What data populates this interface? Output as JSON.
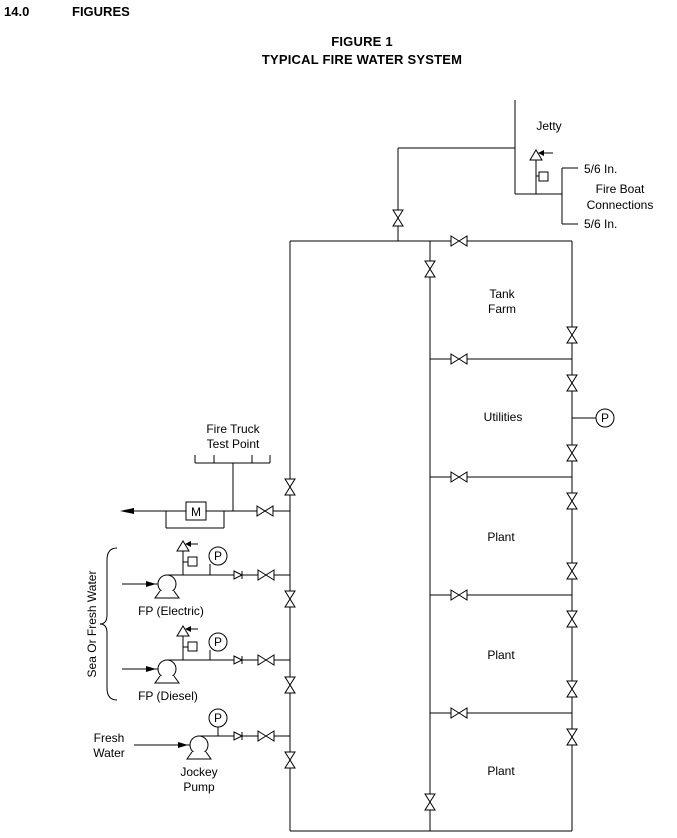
{
  "header": {
    "section_number": "14.0",
    "section_title": "FIGURES"
  },
  "figure": {
    "number": "FIGURE 1",
    "title": "TYPICAL FIRE WATER SYSTEM"
  },
  "labels": {
    "jetty": "Jetty",
    "conn_top": "5/6 In.",
    "fire_boat_1": "Fire Boat",
    "fire_boat_2": "Connections",
    "conn_bottom": "5/6 In.",
    "tank_1": "Tank",
    "tank_2": "Farm",
    "utilities": "Utilities",
    "plant_1": "Plant",
    "plant_2": "Plant",
    "plant_3": "Plant",
    "fire_truck_1": "Fire Truck",
    "fire_truck_2": "Test Point",
    "meter": "M",
    "gauge": "P",
    "sea_fresh": "Sea Or Fresh Water",
    "fp_electric": "FP (Electric)",
    "fp_diesel": "FP (Diesel)",
    "fresh_1": "Fresh",
    "fresh_2": "Water",
    "jockey_1": "Jockey",
    "jockey_2": "Pump"
  }
}
